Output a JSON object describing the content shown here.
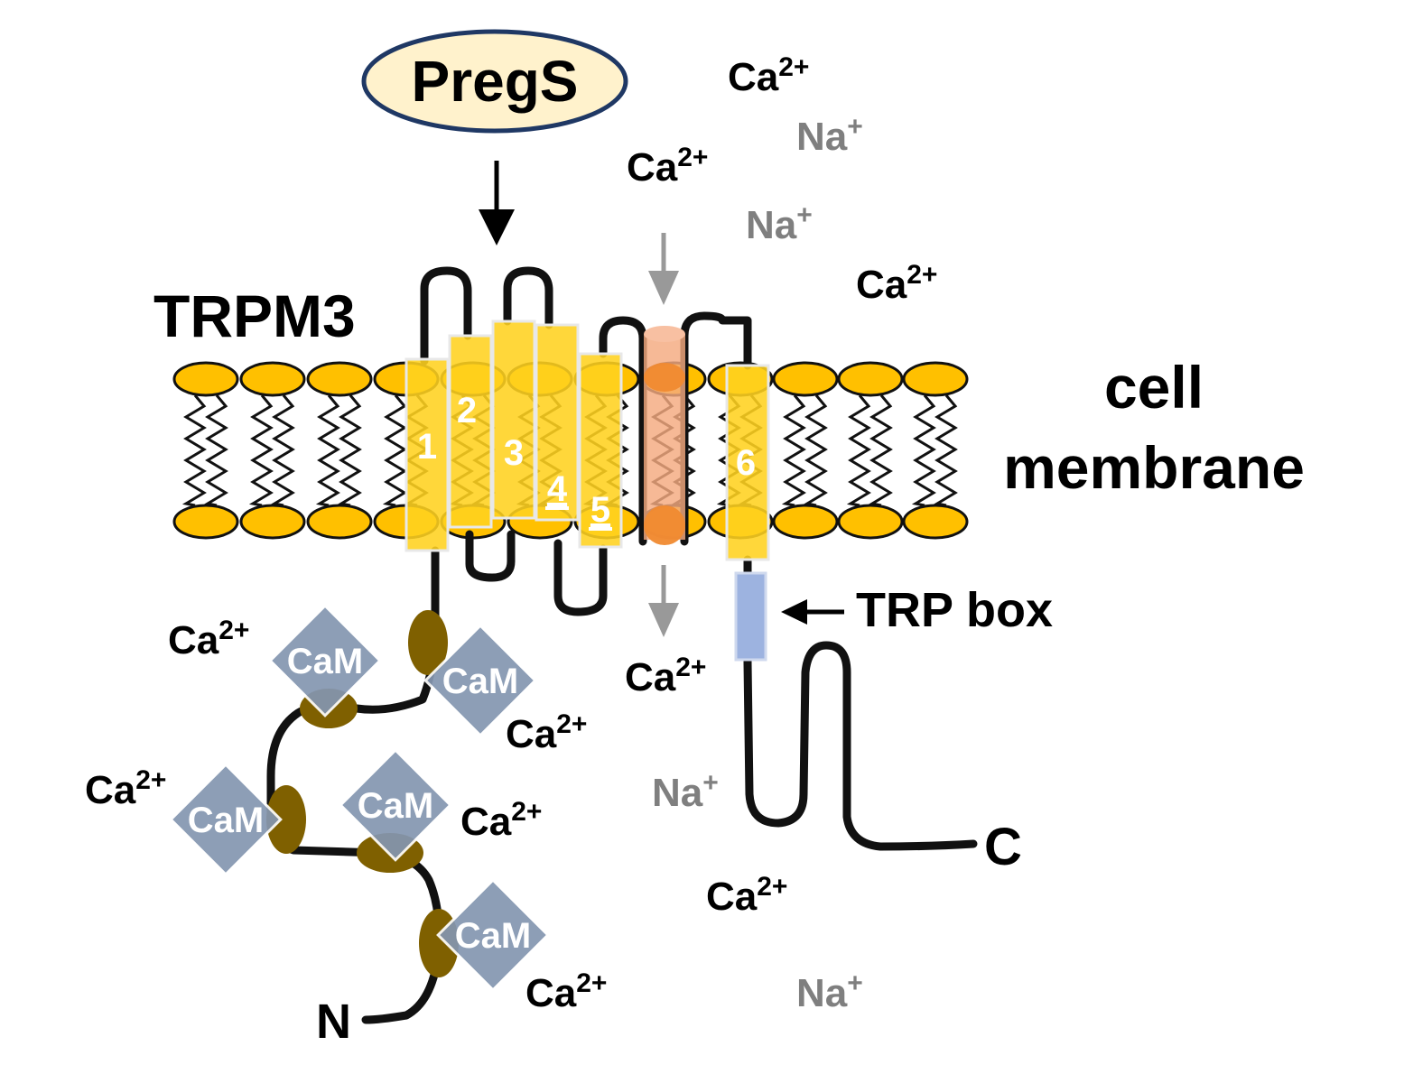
{
  "ligand": {
    "label": "PregS"
  },
  "channel": {
    "label": "TRPM3"
  },
  "membrane": {
    "line1": "cell",
    "line2": "membrane"
  },
  "helices": [
    {
      "label": "1",
      "underline": false
    },
    {
      "label": "2",
      "underline": false
    },
    {
      "label": "3",
      "underline": false
    },
    {
      "label": "4",
      "underline": true
    },
    {
      "label": "5",
      "underline": true
    },
    {
      "label": "6",
      "underline": false
    }
  ],
  "trp_box": {
    "label": "TRP box"
  },
  "termini": {
    "n": "N",
    "c": "C"
  },
  "calmodulin": {
    "label": "CaM",
    "count": 5
  },
  "ions": {
    "ca": {
      "base": "Ca",
      "charge": "2+"
    },
    "na": {
      "base": "Na",
      "charge": "+"
    }
  },
  "colors": {
    "lipid_head": "#FFC000",
    "helix": "#FFD21F",
    "pore": "#F08A30",
    "cam": "#8496B0",
    "cam_site": "#7F6000",
    "trp_box": "#9DB3E0",
    "ligand_fill": "#FFF2CC",
    "ligand_stroke": "#1F3864",
    "grey_arrow": "#999999"
  }
}
